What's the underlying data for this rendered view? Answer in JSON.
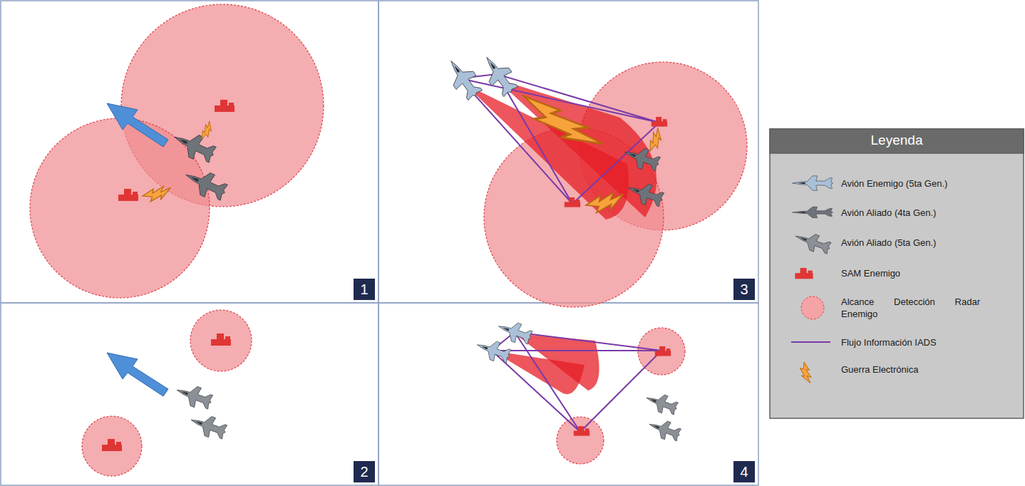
{
  "diagram": {
    "labels": [
      "1",
      "3",
      "2",
      "4",
      "Leyenda"
    ],
    "legend": [
      {
        "text": "Avión Enemigo (5ta Gen.)"
      },
      {
        "text": "Avión Aliado (4ta Gen.)"
      },
      {
        "text": "Avión Aliado (5ta Gen.)"
      },
      {
        "text": "SAM Enemigo"
      },
      {
        "text": "Alcance Detección Radar Enemigo",
        "color": "#f4a3a6"
      },
      {
        "text": "Flujo Información IADS"
      },
      {
        "text": "Guerra Electrónica"
      }
    ]
  }
}
